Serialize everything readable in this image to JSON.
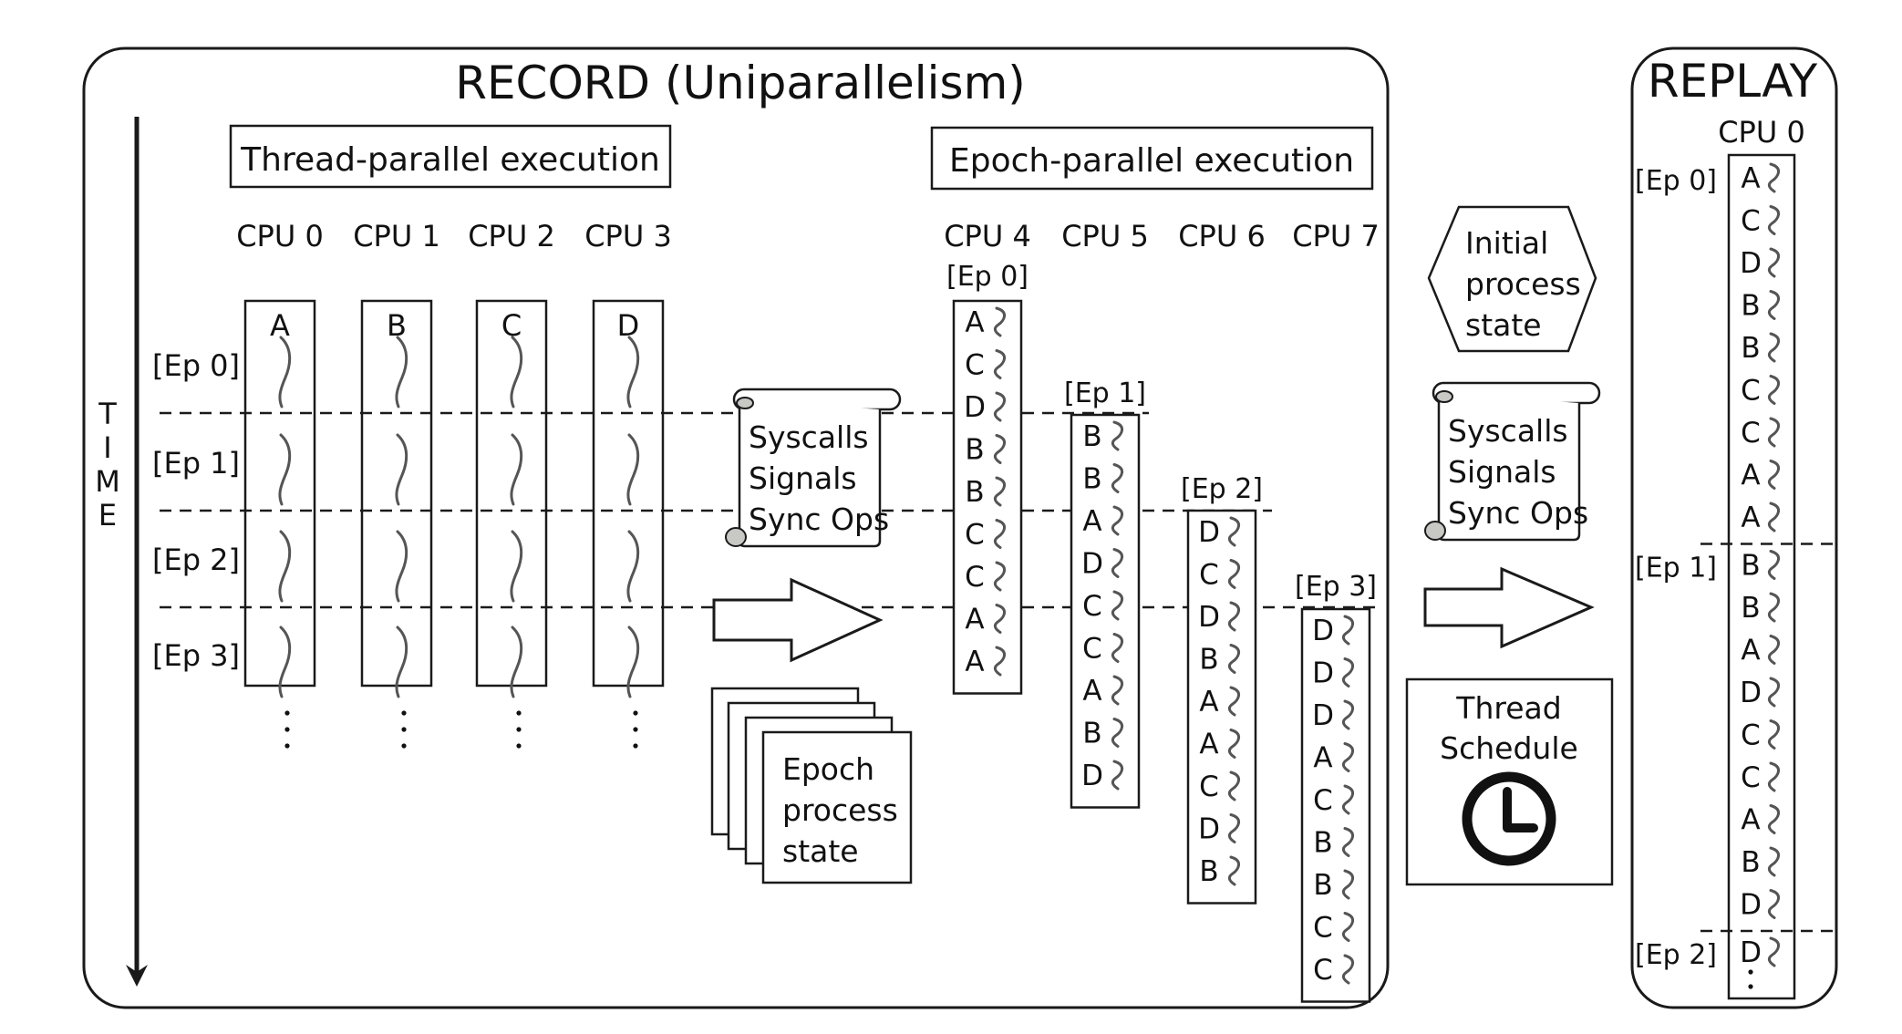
{
  "record": {
    "title": "RECORD (Uniparallelism)",
    "time_label": [
      "T",
      "I",
      "M",
      "E"
    ],
    "thread_parallel": {
      "title": "Thread-parallel execution",
      "cpus": [
        {
          "label": "CPU 0",
          "thread": "A"
        },
        {
          "label": "CPU 1",
          "thread": "B"
        },
        {
          "label": "CPU 2",
          "thread": "C"
        },
        {
          "label": "CPU 3",
          "thread": "D"
        }
      ],
      "epochs": [
        "[Ep 0]",
        "[Ep 1]",
        "[Ep 2]",
        "[Ep 3]"
      ],
      "continuation": "⋮"
    },
    "log": {
      "lines": [
        "Syscalls",
        "Signals",
        "Sync Ops"
      ]
    },
    "epoch_state": {
      "lines": [
        "Epoch",
        "process",
        "state"
      ]
    },
    "epoch_parallel": {
      "title": "Epoch-parallel execution",
      "cpus": [
        {
          "label": "CPU 4",
          "epoch": "[Ep 0]",
          "threads": [
            "A",
            "C",
            "D",
            "B",
            "B",
            "C",
            "C",
            "A",
            "A"
          ]
        },
        {
          "label": "CPU 5",
          "epoch": "[Ep 1]",
          "threads": [
            "B",
            "B",
            "A",
            "D",
            "C",
            "C",
            "A",
            "B",
            "D"
          ]
        },
        {
          "label": "CPU 6",
          "epoch": "[Ep 2]",
          "threads": [
            "D",
            "C",
            "D",
            "B",
            "A",
            "A",
            "C",
            "D",
            "B"
          ]
        },
        {
          "label": "CPU 7",
          "epoch": "[Ep 3]",
          "threads": [
            "D",
            "D",
            "D",
            "A",
            "C",
            "B",
            "B",
            "C",
            "C"
          ]
        }
      ]
    }
  },
  "transfer": {
    "initial_state": [
      "Initial",
      "process",
      "state"
    ],
    "log": [
      "Syscalls",
      "Signals",
      "Sync Ops"
    ],
    "schedule": [
      "Thread",
      "Schedule"
    ],
    "schedule_icon": "clock-icon"
  },
  "replay": {
    "title": "REPLAY",
    "cpu_label": "CPU 0",
    "epochs": [
      {
        "label": "[Ep 0]",
        "threads": [
          "A",
          "C",
          "D",
          "B",
          "B",
          "C",
          "C",
          "A",
          "A"
        ]
      },
      {
        "label": "[Ep 1]",
        "threads": [
          "B",
          "B",
          "A",
          "D",
          "C",
          "C",
          "A",
          "B",
          "D"
        ]
      },
      {
        "label": "[Ep 2]",
        "threads": [
          "D"
        ]
      }
    ],
    "continuation": ":"
  },
  "colors": {
    "stroke": "#1a1a1a",
    "thread_squiggle": "#555555",
    "scroll_curl": "#c8c8c4",
    "background": "#ffffff"
  }
}
